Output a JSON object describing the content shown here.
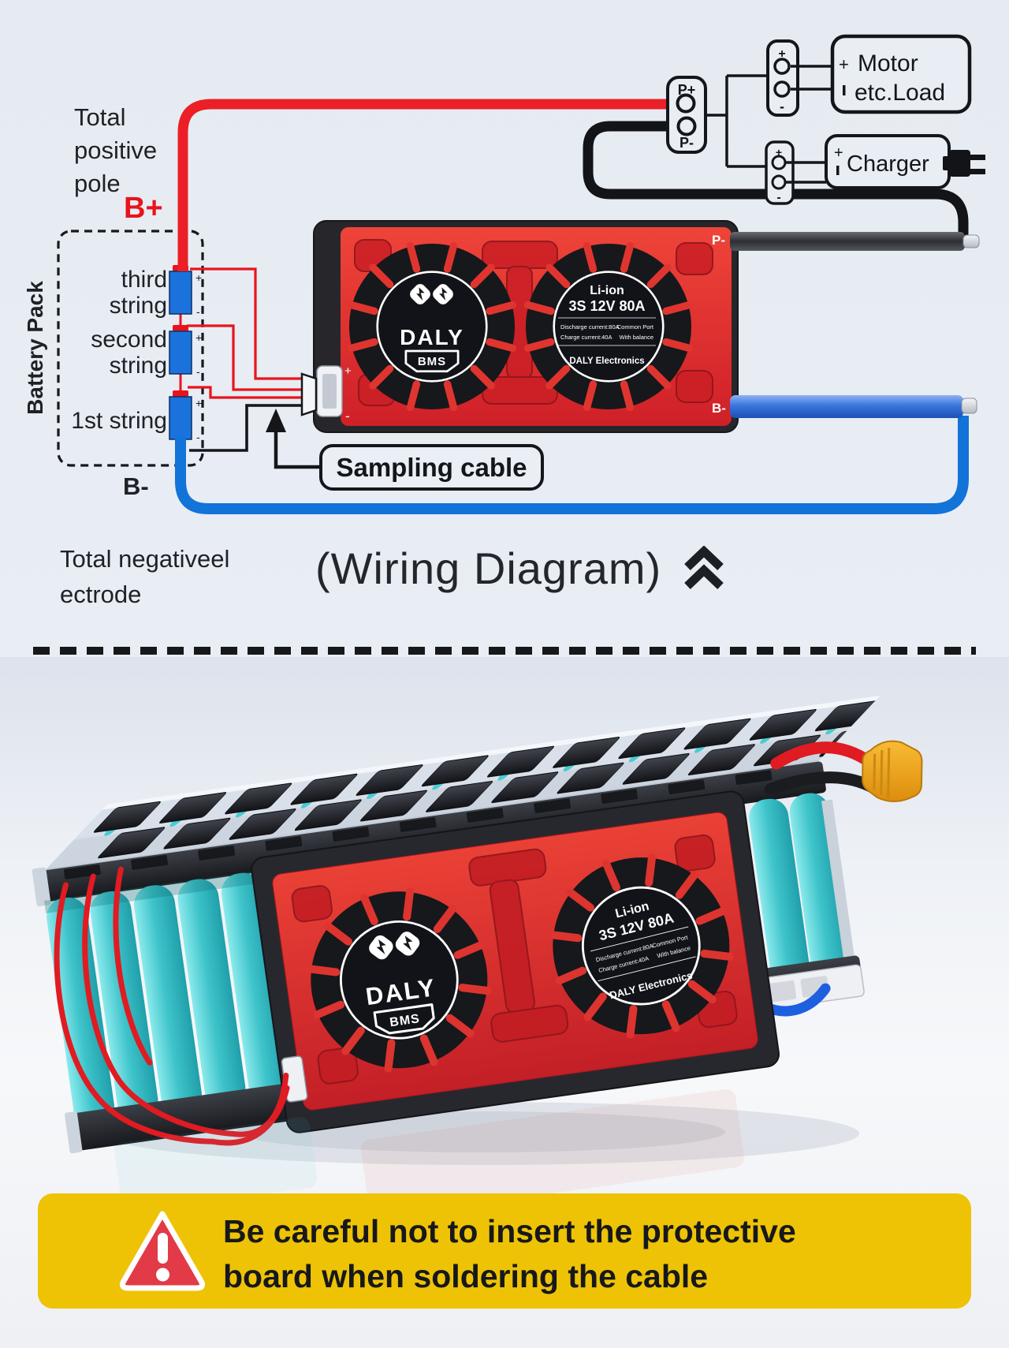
{
  "colors": {
    "background_top": "#e9edf4",
    "red_wire": "#ec1f26",
    "blue_wire": "#1273d8",
    "black_wire": "#121212",
    "board_red": "#e23b31",
    "battery_blue": "#1b72dc",
    "banner_yellow": "#eec306",
    "triangle_red": "#e23a46",
    "cell_cyan": "#3ec6cd"
  },
  "wiring": {
    "total_positive_label": "Total\npositive\npole",
    "b_plus": "B+",
    "battery_pack_label": "Battery Pack",
    "strings": [
      {
        "label": "third\nstring"
      },
      {
        "label": "second\nstring"
      },
      {
        "label": "1st string"
      }
    ],
    "plus": "+",
    "minus": "-",
    "b_minus": "B-",
    "sampling_cable_label": "Sampling cable",
    "total_negative_label": "Total negativeel\nectrode",
    "title": "(Wiring Diagram)",
    "p_plus": "P+",
    "p_minus": "P-",
    "motor_line1": "Motor",
    "motor_line2": "etc.Load",
    "charger": "Charger"
  },
  "bms": {
    "p_minus": "P-",
    "b_minus": "B-",
    "plus": "+",
    "minus": "-",
    "brand": "DALY",
    "badge": "BMS",
    "chemistry": "Li-ion",
    "spec": "3S 12V 80A",
    "discharge": "Discharge current:80A",
    "common_port": "Common Port",
    "charge": "Charge current:40A",
    "balance": "With balance",
    "company": "DALY Electronics"
  },
  "warning": {
    "text": "Be careful not to insert the protective\nboard when soldering the cable"
  }
}
